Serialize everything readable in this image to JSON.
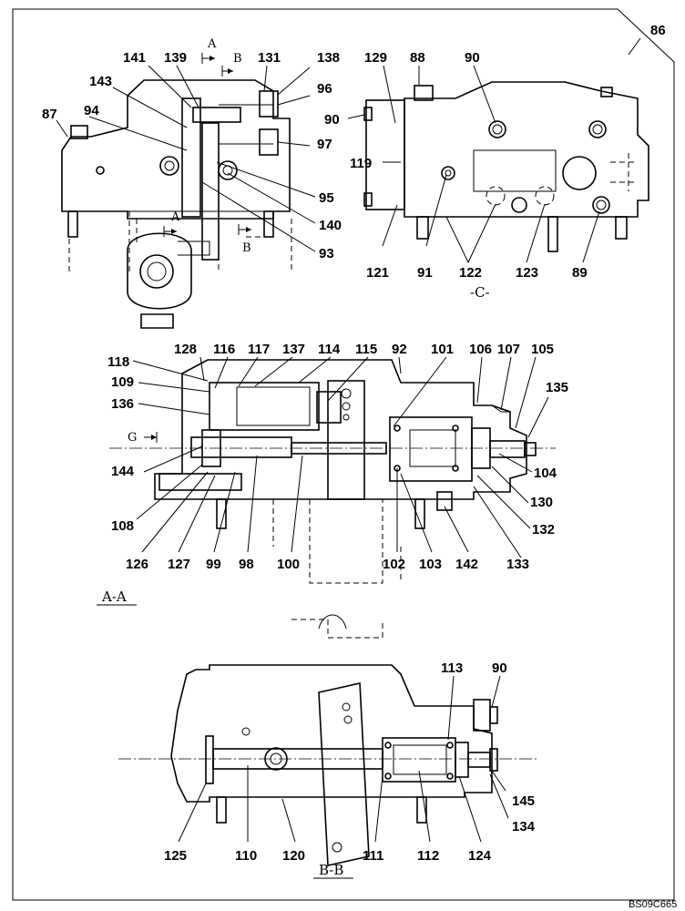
{
  "drawing": {
    "code": "BS09C665",
    "corner_ref": "86"
  },
  "sections": {
    "top": "-C-",
    "middle": "A-A",
    "bottom": "B-B",
    "arrow_a": "A",
    "arrow_b": "B",
    "arrow_g": "G"
  },
  "callouts": {
    "top_left": [
      "141",
      "139",
      "131",
      "138",
      "143",
      "96",
      "87",
      "94",
      "97",
      "95",
      "140",
      "93"
    ],
    "top_right": [
      "129",
      "88",
      "90",
      "90",
      "119",
      "91",
      "121",
      "122",
      "123",
      "89"
    ],
    "middle": [
      "128",
      "116",
      "117",
      "137",
      "114",
      "115",
      "92",
      "101",
      "106",
      "107",
      "105",
      "118",
      "109",
      "135",
      "136",
      "144",
      "104",
      "130",
      "132",
      "108",
      "126",
      "127",
      "99",
      "98",
      "100",
      "102",
      "103",
      "142",
      "133"
    ],
    "bottom": [
      "113",
      "90",
      "145",
      "134",
      "125",
      "110",
      "120",
      "111",
      "112",
      "124"
    ]
  }
}
